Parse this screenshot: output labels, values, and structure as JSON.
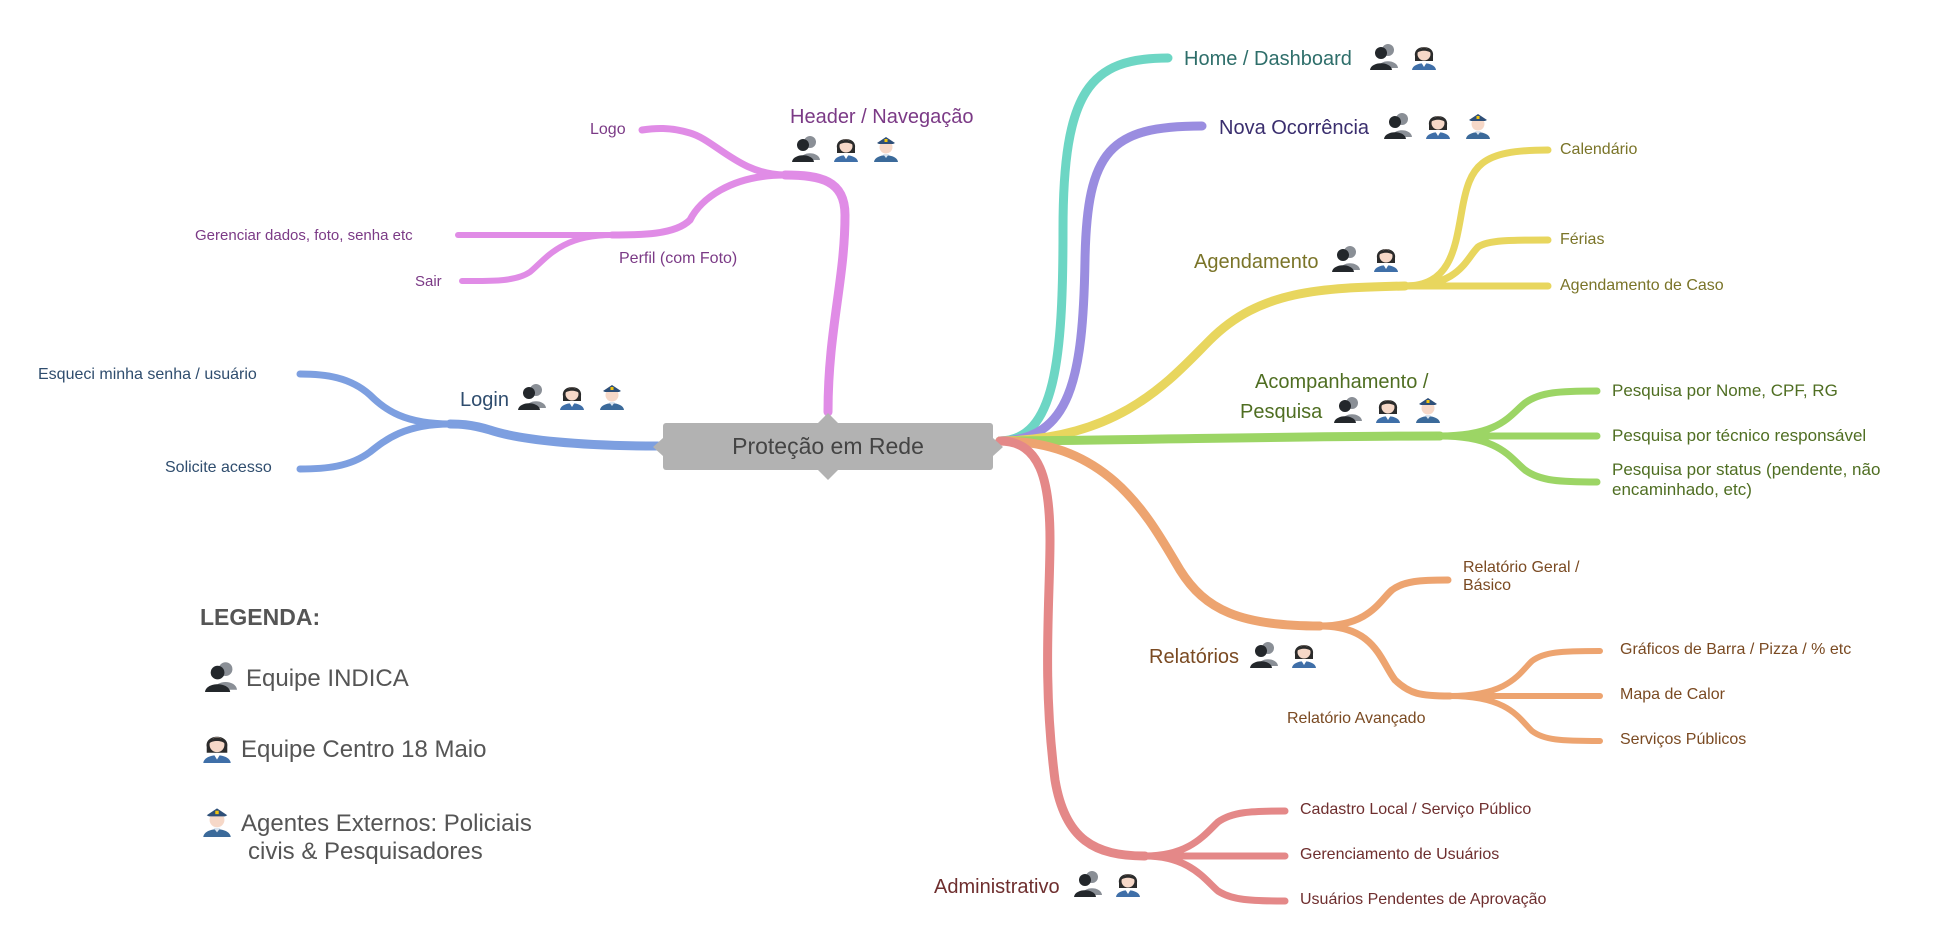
{
  "root": {
    "label": "Proteção em Rede"
  },
  "colors": {
    "header": "#e08ce6",
    "login": "#7d9fe0",
    "home": "#6dd6c4",
    "nova": "#9a8de0",
    "agendamento": "#e8d65e",
    "acompanhamento": "#9cd565",
    "relatorios": "#eda470",
    "administrativo": "#e48888",
    "text_header": "#7b3a86",
    "text_login": "#2f4d6e",
    "text_home": "#2e6e6a",
    "text_nova": "#3a2e6e",
    "text_agendamento": "#7a7428",
    "text_acompanhamento": "#4f6e22",
    "text_relatorios": "#7a4a22",
    "text_admin": "#6e2e2e"
  },
  "branches": {
    "header": {
      "label": "Header / Navegação",
      "logo": "Logo",
      "perfil": "Perfil (com Foto)",
      "gerenciar": "Gerenciar dados, foto, senha etc",
      "sair": "Sair"
    },
    "login": {
      "label": "Login",
      "esqueci": "Esqueci minha senha / usuário",
      "solicite": "Solicite acesso"
    },
    "home": {
      "label": "Home / Dashboard"
    },
    "nova": {
      "label": "Nova Ocorrência"
    },
    "agendamento": {
      "label": "Agendamento",
      "calendario": "Calendário",
      "ferias": "Férias",
      "caso": "Agendamento de Caso"
    },
    "acompanhamento": {
      "label_line1": "Acompanhamento /",
      "label_line2": "Pesquisa",
      "nome": "Pesquisa por Nome, CPF, RG",
      "tecnico": "Pesquisa por técnico responsável",
      "status": "Pesquisa por status (pendente, não encaminhado, etc)"
    },
    "relatorios": {
      "label": "Relatórios",
      "geral": "Relatório Geral / Básico",
      "avancado": "Relatório Avançado",
      "graficos": "Gráficos de Barra / Pizza / % etc",
      "mapa": "Mapa de Calor",
      "servicos": "Serviços Públicos"
    },
    "administrativo": {
      "label": "Administrativo",
      "cadastro": "Cadastro Local / Serviço Público",
      "gerenciamento": "Gerenciamento de Usuários",
      "pendentes": "Usuários Pendentes de Aprovação"
    }
  },
  "legend": {
    "title": "LEGENDA:",
    "indica": "Equipe INDICA",
    "centro": "Equipe Centro 18 Maio",
    "agentes_line1": "Agentes Externos: Policiais",
    "agentes_line2": "civis & Pesquisadores",
    "icon_indica": "team-indica-icon",
    "icon_centro": "woman-worker-icon",
    "icon_agentes": "police-officer-icon"
  }
}
